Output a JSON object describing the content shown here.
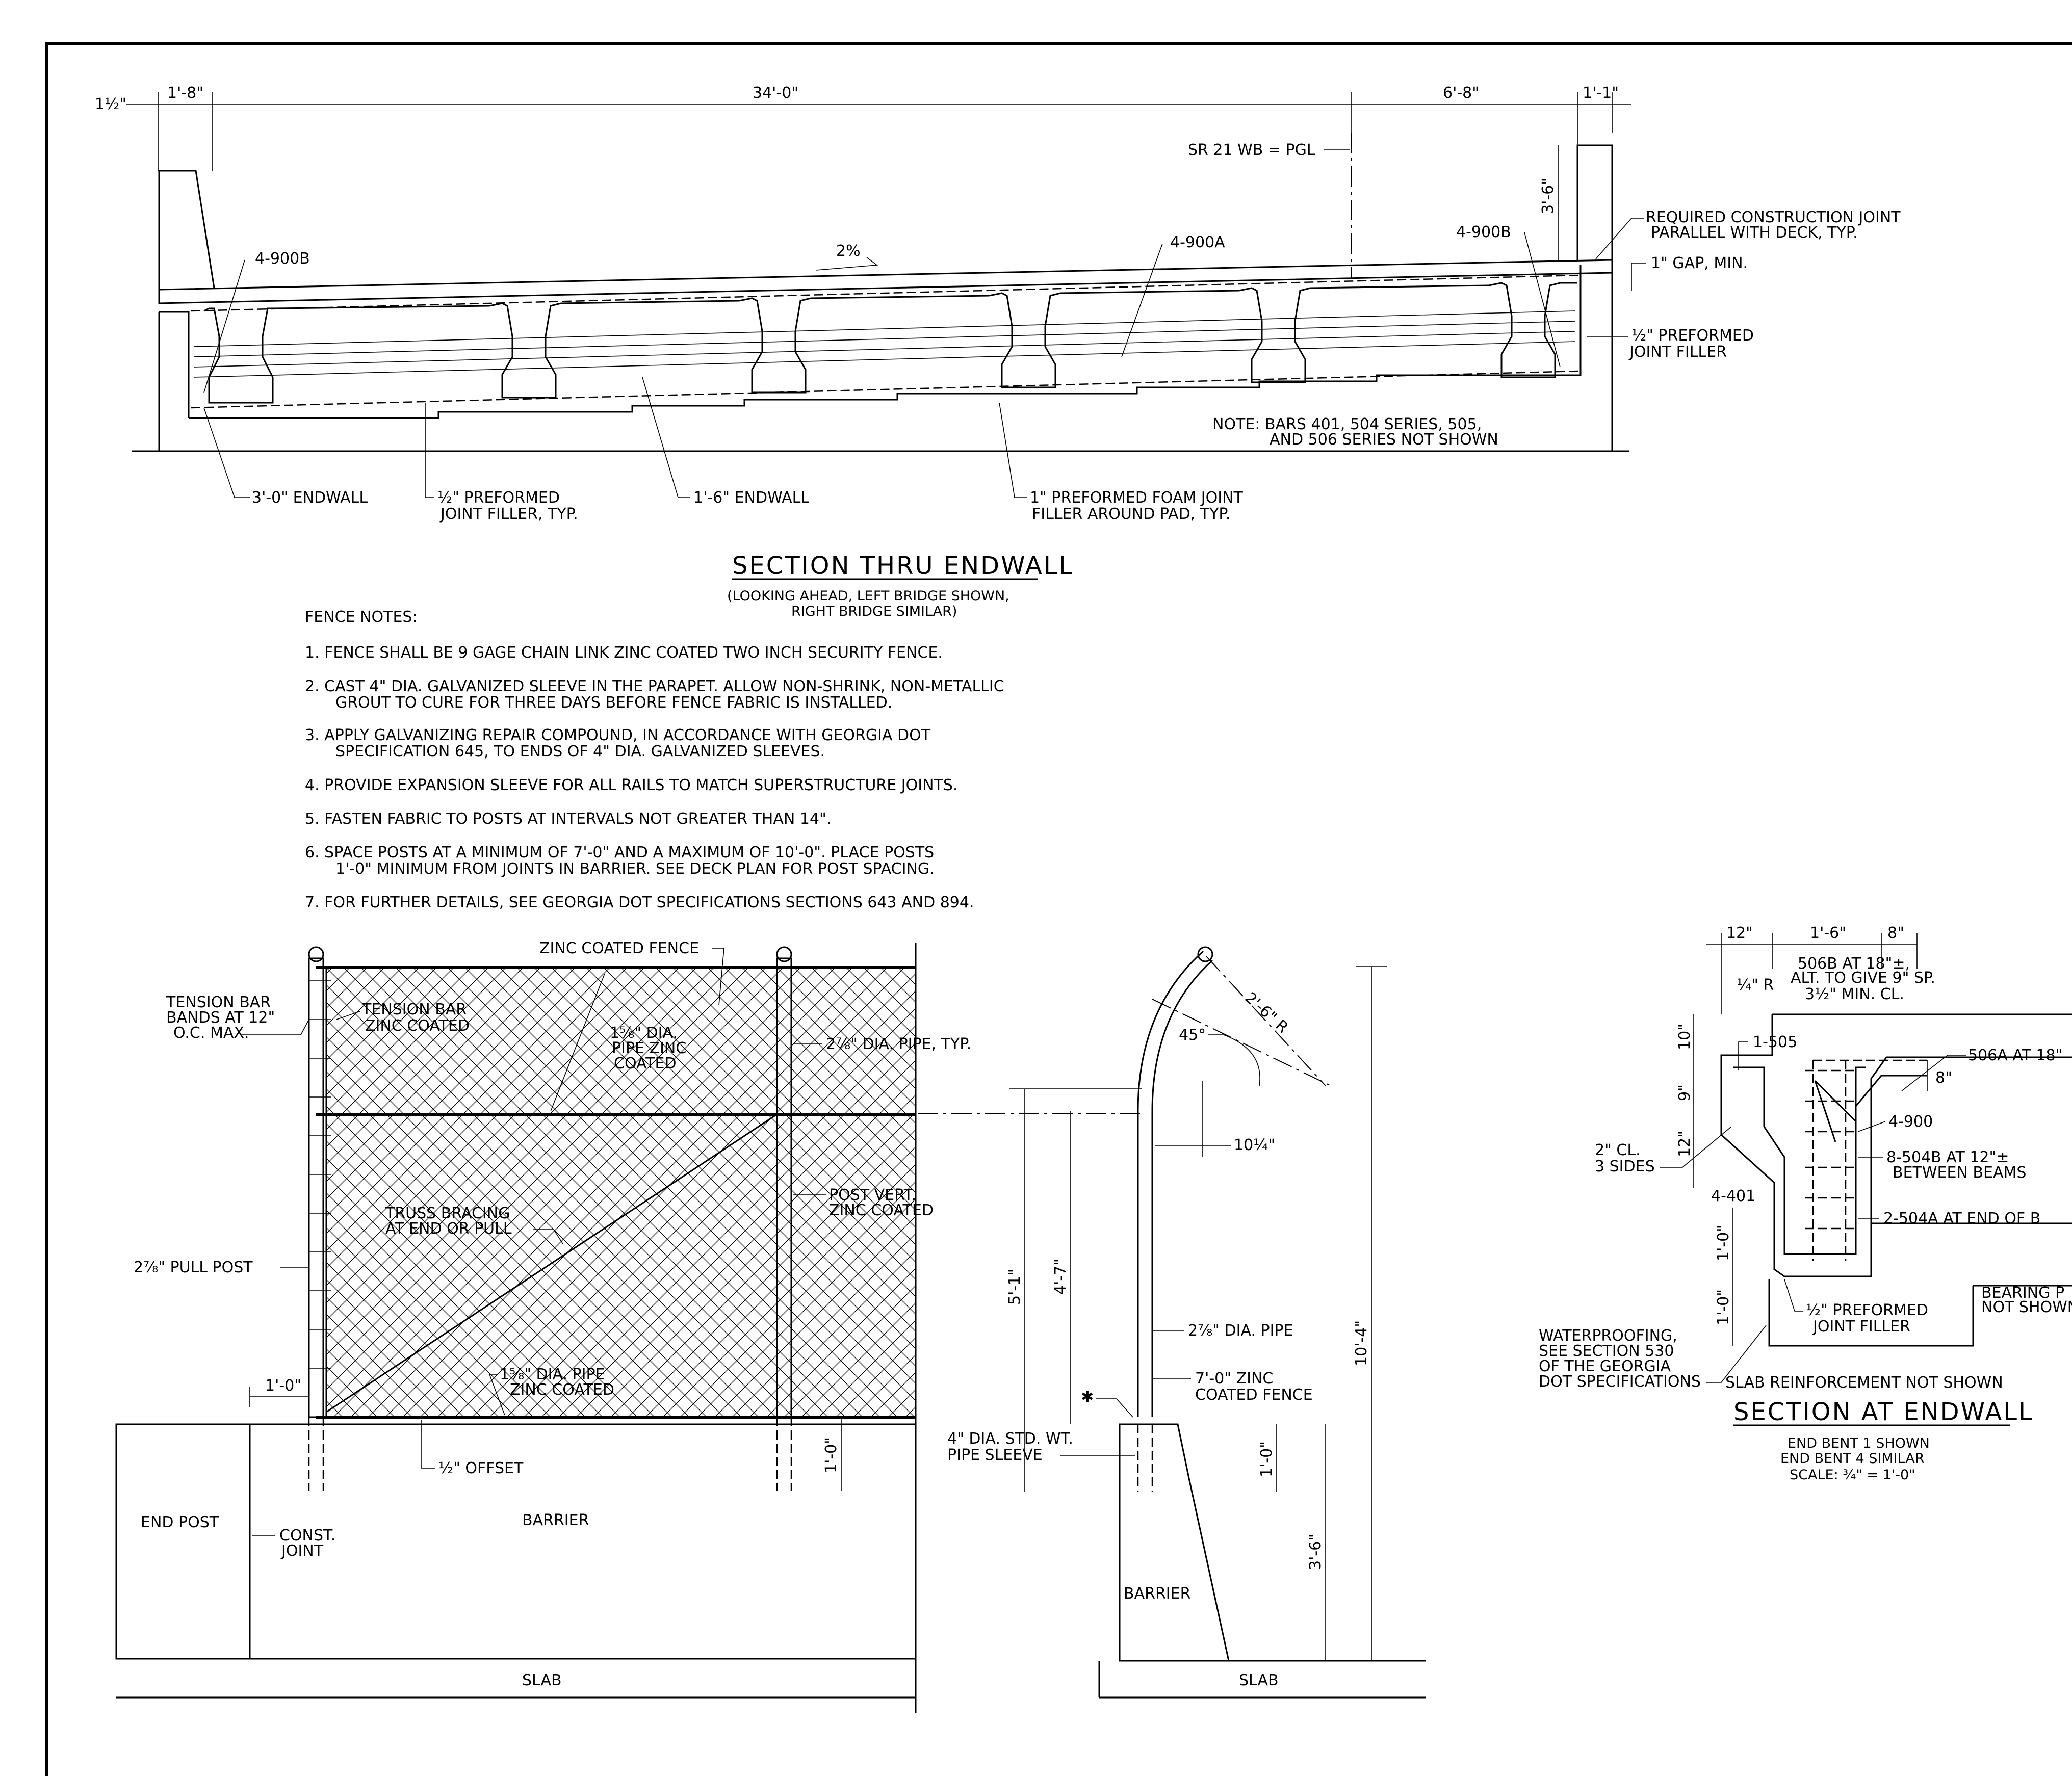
{
  "section_thru_endwall": {
    "dim_top": [
      "1½\"",
      "1'-8\"",
      "34'-0\"",
      "6'-8\"",
      "1'-1\""
    ],
    "pgl_label": "SR 21 WB = PGL",
    "slope": "2%",
    "bar_left": "4-900B",
    "bar_mid": "4-900A",
    "bar_right": "4-900B",
    "height_dim": "3'-6\"",
    "callout_cj": "REQUIRED CONSTRUCTION JOINT",
    "callout_cj2": "PARALLEL WITH DECK, TYP.",
    "callout_gap": "1\" GAP, MIN.",
    "callout_filler1": "½\" PREFORMED",
    "callout_filler2": "JOINT FILLER",
    "note1": "NOTE: BARS 401, 504 SERIES, 505,",
    "note2": "AND 506 SERIES NOT SHOWN",
    "label_3ft": "3'-0\" ENDWALL",
    "label_half1": "½\" PREFORMED",
    "label_half2": "JOINT FILLER, TYP.",
    "label_18": "1'-6\" ENDWALL",
    "label_foam1": "1\" PREFORMED FOAM JOINT",
    "label_foam2": "FILLER AROUND PAD, TYP.",
    "title": "SECTION THRU ENDWALL",
    "subtitle1": "(LOOKING AHEAD, LEFT BRIDGE SHOWN,",
    "subtitle2": "RIGHT BRIDGE SIMILAR)"
  },
  "fence_notes": {
    "heading": "FENCE NOTES:",
    "items": [
      "1. FENCE SHALL BE 9 GAGE CHAIN LINK ZINC COATED TWO INCH SECURITY FENCE.",
      "2. CAST 4\" DIA. GALVANIZED SLEEVE IN THE PARAPET. ALLOW NON-SHRINK, NON-METALLIC",
      "GROUT TO CURE FOR THREE DAYS BEFORE FENCE FABRIC IS INSTALLED.",
      "3. APPLY GALVANIZING REPAIR COMPOUND, IN ACCORDANCE WITH GEORGIA DOT",
      "SPECIFICATION 645, TO ENDS OF 4\" DIA. GALVANIZED SLEEVES.",
      "4. PROVIDE EXPANSION SLEEVE FOR ALL RAILS TO MATCH SUPERSTRUCTURE JOINTS.",
      "5. FASTEN FABRIC TO POSTS AT INTERVALS NOT GREATER THAN 14\".",
      "6. SPACE POSTS AT A MINIMUM OF 7'-0\" AND A MAXIMUM OF 10'-0\". PLACE POSTS",
      "1'-0\" MINIMUM FROM JOINTS IN BARRIER. SEE DECK PLAN FOR POST SPACING.",
      "7. FOR FURTHER DETAILS, SEE GEORGIA DOT SPECIFICATIONS SECTIONS 643 AND 894."
    ]
  },
  "fence_elevation": {
    "zinc_fence": "ZINC COATED FENCE",
    "tension_bands1": "TENSION BAR",
    "tension_bands2": "BANDS AT 12\"",
    "tension_bands3": "O.C. MAX.",
    "tension_zinc1": "TENSION BAR",
    "tension_zinc2": "ZINC COATED",
    "pipe_158_1": "1⅝\" DIA.",
    "pipe_158_2": "PIPE ZINC",
    "pipe_158_3": "COATED",
    "pipe_278_typ": "2⅞\" DIA. PIPE, TYP.",
    "post_vert1": "POST VERT.",
    "post_vert2": "ZINC COATED",
    "truss1": "TRUSS BRACING",
    "truss2": "AT END OR PULL",
    "pull_post": "2⅞\" PULL POST",
    "dim_1ft": "1'-0\"",
    "pipe_bot1": "1⅝\" DIA. PIPE",
    "pipe_bot2": "ZINC COATED",
    "offset": "½\" OFFSET",
    "dim_1ft_r": "1'-0\"",
    "end_post": "END POST",
    "const1": "CONST.",
    "const2": "JOINT",
    "barrier": "BARRIER",
    "slab": "SLAB"
  },
  "fence_post_detail": {
    "radius": "2'-6\" R",
    "angle": "45°",
    "offset": "10¼\"",
    "dim_51": "5'-1\"",
    "dim_47": "4'-7\"",
    "pipe": "2⅞\" DIA. PIPE",
    "fence1": "7'-0\" ZINC",
    "fence2": "COATED FENCE",
    "star": "✱",
    "sleeve1": "4\" DIA. STD. WT.",
    "sleeve2": "PIPE SLEEVE",
    "dim_104": "10'-4\"",
    "dim_1ft": "1'-0\"",
    "dim_36": "3'-6\"",
    "barrier": "BARRIER",
    "slab": "SLAB"
  },
  "section_at_endwall": {
    "dim_12": "12\"",
    "dim_16": "1'-6\"",
    "dim_8": "8\"",
    "bar506b1": "506B AT 18\"±,",
    "bar506b2": "ALT. TO GIVE 9\" SP.",
    "clear": "3½\" MIN. CL.",
    "radius": "¼\" R",
    "bar506a": "506A AT 18\"",
    "bar505": "1-505",
    "dim_10": "10\"",
    "dim_9": "9\"",
    "dim_8b": "8\"",
    "bar900": "4-900",
    "bar504b1": "8-504B AT 12\"±",
    "bar504b2": "BETWEEN BEAMS",
    "cl1": "2\" CL.",
    "cl2": "3 SIDES",
    "dim_12b": "12\"",
    "bar401": "4-401",
    "bar504a": "2-504A AT END OF B",
    "dim_1ft_a": "1'-0\"",
    "dim_1ft_b": "1'-0\"",
    "wp1": "WATERPROOFING,",
    "wp2": "SEE SECTION 530",
    "wp3": "OF THE GEORGIA",
    "wp4": "DOT SPECIFICATIONS",
    "filler1": "½\" PREFORMED",
    "filler2": "JOINT FILLER",
    "bearing1": "BEARING P",
    "bearing2": "NOT SHOWN",
    "slab_note": "SLAB REINFORCEMENT NOT SHOWN",
    "title": "SECTION AT ENDWALL",
    "sub1": "END BENT 1 SHOWN",
    "sub2": "END BENT 4 SIMILAR",
    "sub3": "SCALE: ¾\" = 1'-0\""
  }
}
